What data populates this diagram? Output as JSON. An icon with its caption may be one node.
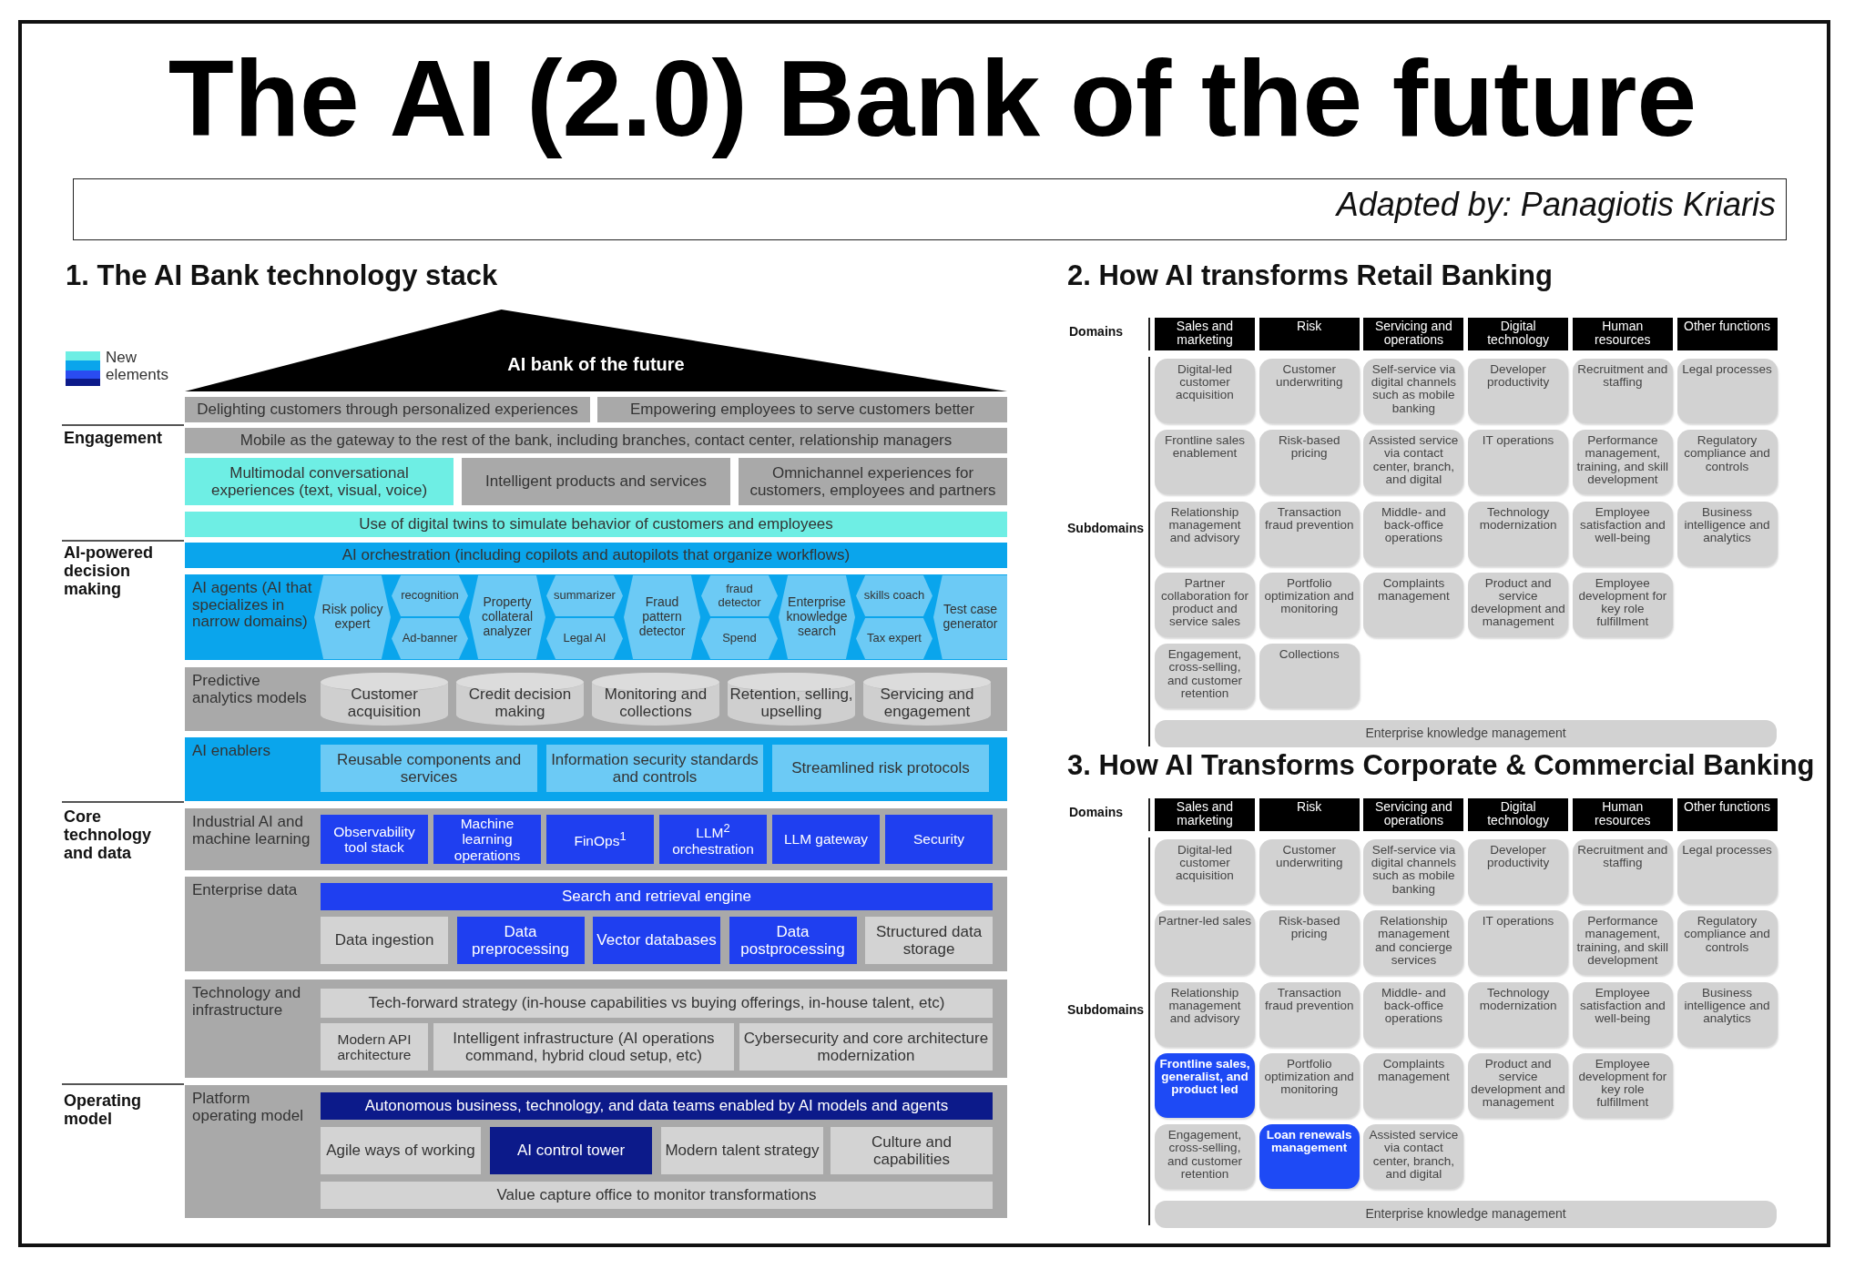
{
  "diagram": {
    "title": "The **AI** (2.0) **Bank** of the future",
    "nodes": [
      {
        "text": [
          "AI bank of the future"
        ]
      },
      {
        "text": [
          "Delighting customers through personalized experiences"
        ]
      },
      {
        "text": [
          "Empowering employees to serve customers better"
        ]
      },
      {
        "text": [
          "Mobile as the gateway to the rest of the bank, including branches, contact center, relationship managers"
        ]
      },
      {
        "text": [
          "Multimodal conversational experiences (text, visual, voice)"
        ]
      },
      {
        "text": [
          "Intelligent products and services"
        ]
      },
      {
        "text": [
          "Omnichannel experiences for customers, employees and partners"
        ]
      },
      {
        "text": [
          "Use of digital twins to simulate behavior of customers and employees"
        ]
      },
      {
        "text": [
          "AI orchestration (including copilots and autopilots that organize workflows)"
        ]
      },
      {
        "text": [
          "AI agents (AI that specializes in narrow domains)"
        ]
      },
      {
        "text": [
          "Risk policy expert"
        ],
        "in": 9
      },
      {
        "text": [
          "recognition"
        ],
        "in": 9
      },
      {
        "text": [
          "Ad-banner"
        ],
        "in": 9
      },
      {
        "text": [
          "Property collateral analyzer"
        ],
        "in": 9
      },
      {
        "text": [
          "summarizer"
        ],
        "in": 9
      },
      {
        "text": [
          "Legal AI"
        ],
        "in": 9
      },
      {
        "text": [
          "Fraud pattern detector"
        ],
        "in": 9
      },
      {
        "text": [
          "fraud detector"
        ],
        "in": 9
      },
      {
        "text": [
          "Spend"
        ],
        "in": 9
      },
      {
        "text": [
          "Enterprise knowledge search"
        ],
        "in": 9
      },
      {
        "text": [
          "skills coach"
        ],
        "in": 9
      },
      {
        "text": [
          "Tax expert"
        ],
        "in": 9
      },
      {
        "text": [
          "Test case generator"
        ],
        "in": 9
      },
      {
        "text": [
          "Predictive analytics models"
        ]
      },
      {
        "text": [
          "Customer acquisition"
        ],
        "in": 23
      },
      {
        "text": [
          "Credit decision making"
        ],
        "in": 23
      },
      {
        "text": [
          "Monitoring and collections"
        ],
        "in": 23
      },
      {
        "text": [
          "Retention, selling, upselling"
        ],
        "in": 23
      },
      {
        "text": [
          "Servicing and engagement"
        ],
        "in": 23
      },
      {
        "text": [
          "AI enablers"
        ]
      },
      {
        "text": [
          "Reusable components and services"
        ],
        "in": 29
      },
      {
        "text": [
          "Information security standards and controls"
        ],
        "in": 29
      },
      {
        "text": [
          "Streamlined risk protocols"
        ],
        "in": 29
      },
      {
        "text": [
          "Industrial AI and machine learning"
        ]
      },
      {
        "text": [
          "Observability tool stack"
        ],
        "in": 33
      },
      {
        "text": [
          "Machine learning operations"
        ],
        "in": 33
      },
      {
        "text": [
          "FinOps$^{1}$"
        ],
        "in": 33
      },
      {
        "text": [
          "LLM$^{2}$ orchestration"
        ],
        "in": 33
      },
      {
        "text": [
          "LLM gateway"
        ],
        "in": 33
      },
      {
        "text": [
          "Security"
        ],
        "in": 33
      },
      {
        "text": [
          "Enterprise data"
        ]
      },
      {
        "text": [
          "Search and retrieval engine"
        ],
        "in": 40
      },
      {
        "text": [
          "Data ingestion"
        ],
        "in": 40
      },
      {
        "text": [
          "Data preprocessing"
        ],
        "in": 40
      },
      {
        "text": [
          "Vector databases"
        ],
        "in": 40
      },
      {
        "text": [
          "Data postprocessing"
        ],
        "in": 40
      },
      {
        "text": [
          "Structured data storage"
        ],
        "in": 40
      },
      {
        "text": [
          "Technology and infrastructure"
        ]
      },
      {
        "text": [
          "Tech-forward strategy (in-house capabilities vs buying offerings, in-house talent, etc)"
        ],
        "in": 47
      },
      {
        "text": [
          "Modern API architecture"
        ],
        "in": 47
      },
      {
        "text": [
          "Intelligent infrastructure (AI operations command, hybrid cloud setup, etc)"
        ],
        "in": 47
      },
      {
        "text": [
          "Cybersecurity and core architecture modernization"
        ],
        "in": 47
      },
      {
        "text": [
          "Platform operating model"
        ]
      },
      {
        "text": [
          "Autonomous business, technology, and data teams enabled by AI models and agents"
        ],
        "in": 52
      },
      {
        "text": [
          "Agile ways of working"
        ],
        "in": 52
      },
      {
        "text": [
          "AI control tower"
        ],
        "in": 52
      },
      {
        "text": [
          "Modern talent strategy"
        ],
        "in": 52
      },
      {
        "text": [
          "Culture and capabilities"
        ],
        "in": 52
      },
      {
        "text": [
          "Value capture office to monitor transformations"
        ],
        "in": 52
      },
      {
        "text": [
          "Sales and marketing"
        ]
      },
      {
        "text": [
          "Risk"
        ]
      },
      {
        "text": [
          "Servicing and operations"
        ]
      },
      {
        "text": [
          "Digital technology"
        ]
      },
      {
        "text": [
          "Human resources"
        ]
      },
      {
        "text": [
          "Other functions"
        ]
      },
      {
        "text": [
          "Digital-led customer acquisition"
        ]
      },
      {
        "text": [
          "Customer underwriting"
        ]
      },
      {
        "text": [
          "Self-service via digital channels such as mobile banking"
        ]
      },
      {
        "text": [
          "Developer productivity"
        ]
      },
      {
        "text": [
          "Recruitment and staffing"
        ]
      },
      {
        "text": [
          "Legal processes"
        ]
      },
      {
        "text": [
          "Frontline sales enablement"
        ]
      },
      {
        "text": [
          "Risk-based pricing"
        ]
      },
      {
        "text": [
          "Assisted service via contact center, branch, and digital"
        ]
      },
      {
        "text": [
          "IT operations"
        ]
      },
      {
        "text": [
          "Performance management, training, and skill development"
        ]
      },
      {
        "text": [
          "Regulatory compliance and controls"
        ]
      },
      {
        "text": [
          "Relationship management and advisory"
        ]
      },
      {
        "text": [
          "Transaction fraud prevention"
        ]
      },
      {
        "text": [
          "Middle- and back-office operations"
        ]
      },
      {
        "text": [
          "Technology modernization"
        ]
      },
      {
        "text": [
          "Employee satisfaction and well-being"
        ]
      },
      {
        "text": [
          "Business intelligence and analytics"
        ]
      },
      {
        "text": [
          "Partner collaboration for product and service sales"
        ]
      },
      {
        "text": [
          "Portfolio optimization and monitoring"
        ]
      },
      {
        "text": [
          "Complaints management"
        ]
      },
      {
        "text": [
          "Product and service development and management"
        ]
      },
      {
        "text": [
          "Employee development for key role fulfillment"
        ]
      },
      {
        "text": [
          "Engagement, cross-selling, and customer retention"
        ]
      },
      {
        "text": [
          "Collections"
        ]
      },
      {
        "text": [
          "Enterprise knowledge management"
        ]
      },
      {
        "text": [
          "Sales and marketing"
        ]
      },
      {
        "text": [
          "Risk"
        ]
      },
      {
        "text": [
          "Servicing and operations"
        ]
      },
      {
        "text": [
          "Digital technology"
        ]
      },
      {
        "text": [
          "Human resources"
        ]
      },
      {
        "text": [
          "Other functions"
        ]
      },
      {
        "text": [
          "Digital-led customer acquisition"
        ]
      },
      {
        "text": [
          "Customer underwriting"
        ]
      },
      {
        "text": [
          "Self-service via digital channels such as mobile banking"
        ]
      },
      {
        "text": [
          "Developer productivity"
        ]
      },
      {
        "text": [
          "Recruitment and staffing"
        ]
      },
      {
        "text": [
          "Legal processes"
        ]
      },
      {
        "text": [
          "Partner-led sales"
        ]
      },
      {
        "text": [
          "Risk-based pricing"
        ]
      },
      {
        "text": [
          "Relationship management and concierge services"
        ]
      },
      {
        "text": [
          "IT operations"
        ]
      },
      {
        "text": [
          "Performance management, training, and skill development"
        ]
      },
      {
        "text": [
          "Regulatory compliance and controls"
        ]
      },
      {
        "text": [
          "Relationship management and advisory"
        ]
      },
      {
        "text": [
          "Transaction fraud prevention"
        ]
      },
      {
        "text": [
          "Middle- and back-office operations"
        ]
      },
      {
        "text": [
          "Technology modernization"
        ]
      },
      {
        "text": [
          "Employee satisfaction and well-being"
        ]
      },
      {
        "text": [
          "Business intelligence and analytics"
        ]
      },
      {
        "text": [
          "Frontline sales, generalist, and product led"
        ]
      },
      {
        "text": [
          "Portfolio optimization and monitoring"
        ]
      },
      {
        "text": [
          "Complaints management"
        ]
      },
      {
        "text": [
          "Product and service development and management"
        ]
      },
      {
        "text": [
          "Employee development for key role fulfillment"
        ]
      },
      {
        "text": [
          "Engagement, cross-selling, and customer retention"
        ]
      },
      {
        "text": [
          "Loan renewals management"
        ]
      },
      {
        "text": [
          "Assisted service via contact center, branch, and digital"
        ]
      },
      {
        "text": [
          "Enterprise knowledge management"
        ]
      }
    ],
    "labels": [
      "Adapted by: Panagiotis Kriaris",
      "**1.** The AI Bank technology stack",
      "Engagement",
      "AI-powered decision making",
      "Core technology and data",
      "Operating model",
      "**2.** How AI transforms Retail Banking",
      "Domains",
      "Subdomains",
      "**3.** How AI Transforms Corporate & Commercial Banking",
      "Domains",
      "Subdomains"
    ],
    "legend": [
      {
        "text": "New elements",
        "color": "#0aa5ec"
      }
    ]
  }
}
